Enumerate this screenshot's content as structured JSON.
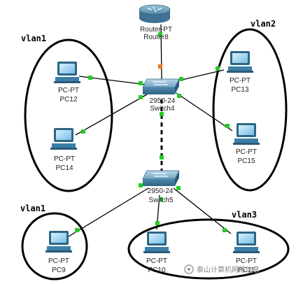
{
  "router": {
    "type": "Router-PT",
    "name": "Router8"
  },
  "switches": [
    {
      "type": "2950-24",
      "name": "Switch4"
    },
    {
      "type": "2950-24",
      "name": "Switch5"
    }
  ],
  "pcs": [
    {
      "type": "PC-PT",
      "name": "PC12"
    },
    {
      "type": "PC-PT",
      "name": "PC13"
    },
    {
      "type": "PC-PT",
      "name": "PC14"
    },
    {
      "type": "PC-PT",
      "name": "PC15"
    },
    {
      "type": "PC-PT",
      "name": "PC9"
    },
    {
      "type": "PC-PT",
      "name": "PC10"
    },
    {
      "type": "PC-PT",
      "name": "PC11"
    }
  ],
  "vlans": [
    "vlan1",
    "vlan2",
    "vlan1",
    "vlan3"
  ],
  "watermark": "泰山计算机网络信息",
  "colors": {
    "link_up": "#22cc22",
    "link_pending": "#ee7722",
    "device_blue": "#3b7fa8",
    "screen": "#9fd4f2"
  }
}
